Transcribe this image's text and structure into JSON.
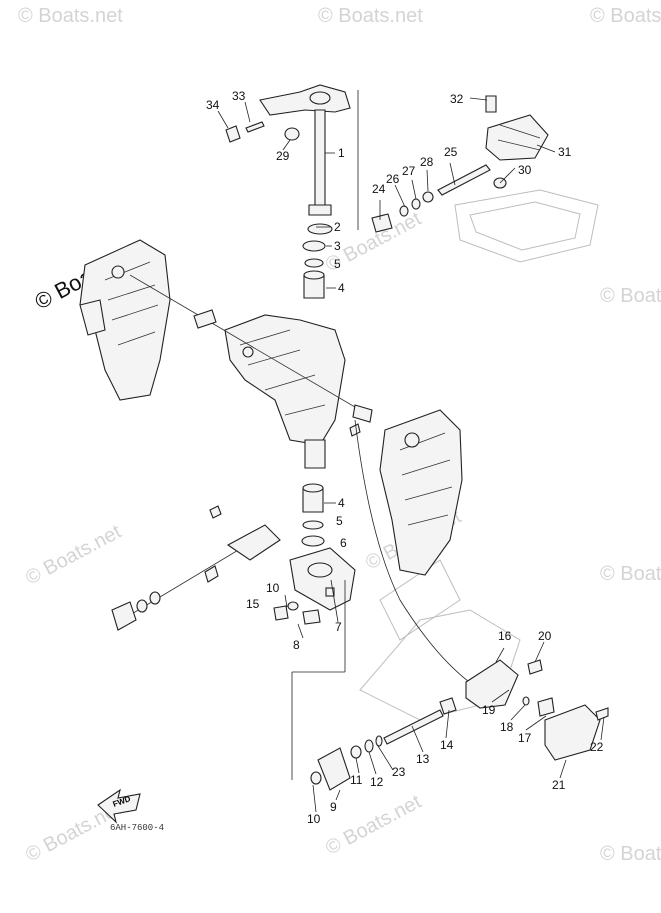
{
  "watermark": {
    "brand_text": "© Boats.net",
    "tile_text": "© Boats.net"
  },
  "fwd_label": "FWD",
  "footer_code": "6AH-7600-4",
  "callouts": [
    {
      "id": "c1",
      "text": "1"
    },
    {
      "id": "c2",
      "text": "2"
    },
    {
      "id": "c3",
      "text": "3"
    },
    {
      "id": "c5a",
      "text": "5"
    },
    {
      "id": "c4a",
      "text": "4"
    },
    {
      "id": "c4b",
      "text": "4"
    },
    {
      "id": "c5b",
      "text": "5"
    },
    {
      "id": "c6",
      "text": "6"
    },
    {
      "id": "c7",
      "text": "7"
    },
    {
      "id": "c8",
      "text": "8"
    },
    {
      "id": "c9",
      "text": "9"
    },
    {
      "id": "c10a",
      "text": "10"
    },
    {
      "id": "c10b",
      "text": "10"
    },
    {
      "id": "c11",
      "text": "11"
    },
    {
      "id": "c12",
      "text": "12"
    },
    {
      "id": "c13",
      "text": "13"
    },
    {
      "id": "c14",
      "text": "14"
    },
    {
      "id": "c15",
      "text": "15"
    },
    {
      "id": "c16",
      "text": "16"
    },
    {
      "id": "c17",
      "text": "17"
    },
    {
      "id": "c18",
      "text": "18"
    },
    {
      "id": "c19",
      "text": "19"
    },
    {
      "id": "c20",
      "text": "20"
    },
    {
      "id": "c21",
      "text": "21"
    },
    {
      "id": "c22",
      "text": "22"
    },
    {
      "id": "c23",
      "text": "23"
    },
    {
      "id": "c24",
      "text": "24"
    },
    {
      "id": "c25",
      "text": "25"
    },
    {
      "id": "c26",
      "text": "26"
    },
    {
      "id": "c27",
      "text": "27"
    },
    {
      "id": "c28",
      "text": "28"
    },
    {
      "id": "c29",
      "text": "29"
    },
    {
      "id": "c30",
      "text": "30"
    },
    {
      "id": "c31",
      "text": "31"
    },
    {
      "id": "c32",
      "text": "32"
    },
    {
      "id": "c33",
      "text": "33"
    },
    {
      "id": "c34",
      "text": "34"
    }
  ]
}
